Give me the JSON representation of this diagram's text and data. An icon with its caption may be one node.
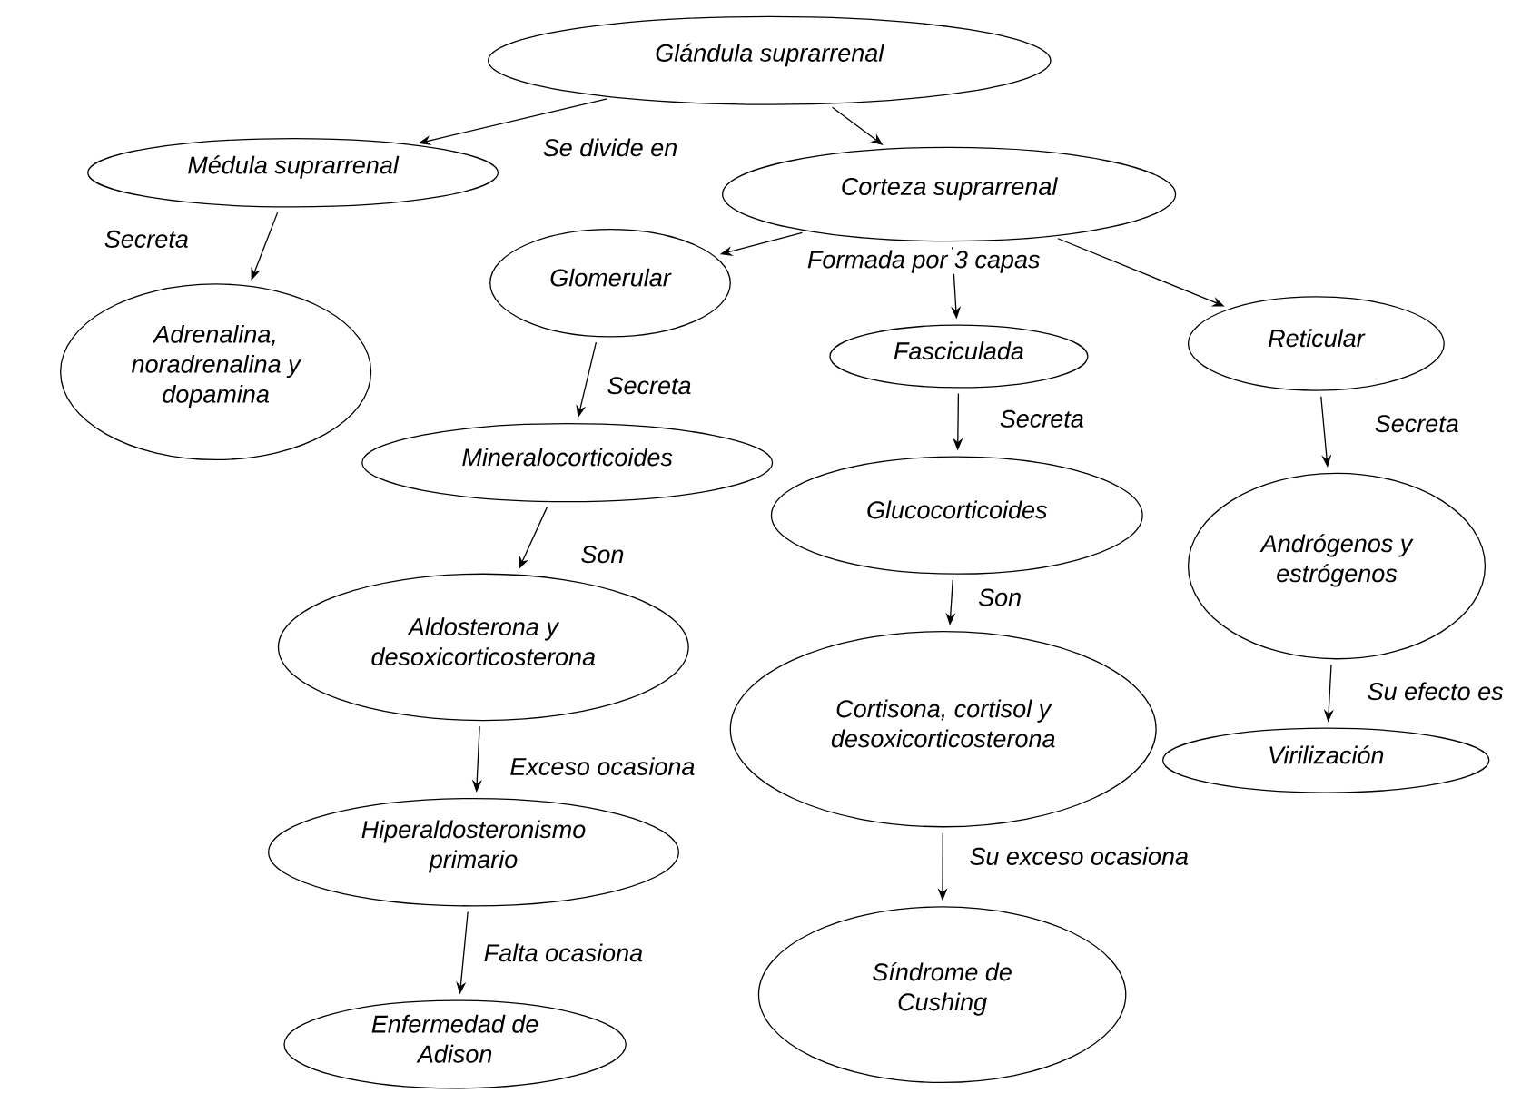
{
  "diagram": {
    "nodes": [
      {
        "text": [
          "Glándula suprarrenal"
        ]
      },
      {
        "text": [
          "Médula suprarrenal"
        ]
      },
      {
        "text": [
          "Corteza suprarrenal"
        ]
      },
      {
        "text": [
          "Adrenalina, noradrenalina y dopamina"
        ]
      },
      {
        "text": [
          "Glomerular"
        ]
      },
      {
        "text": [
          "Fasciculada"
        ]
      },
      {
        "text": [
          "Reticular"
        ]
      },
      {
        "text": [
          "Mineralocorticoides"
        ]
      },
      {
        "text": [
          "Glucocorticoides"
        ]
      },
      {
        "text": [
          "Andrógenos y estrógenos"
        ]
      },
      {
        "text": [
          "Aldosterona y desoxicorticosterona"
        ]
      },
      {
        "text": [
          "Cortisona, cortisol y desoxicorticosterona"
        ]
      },
      {
        "text": [
          "Virilización"
        ]
      },
      {
        "text": [
          "Hiperaldosteronismo primario"
        ]
      },
      {
        "text": [
          "Síndrome de Cushing"
        ]
      },
      {
        "text": [
          "Enfermedad de Adison"
        ]
      }
    ],
    "edges": [
      {
        "from": 0,
        "to": 1,
        "arrow": "to",
        "label": "Se divide en"
      },
      {
        "from": 0,
        "to": 2,
        "arrow": "to"
      },
      {
        "from": 1,
        "to": 3,
        "arrow": "to",
        "label": "Secreta"
      },
      {
        "from": 2,
        "to": 4,
        "arrow": "to"
      },
      {
        "from": 2,
        "to": 5,
        "arrow": "to",
        "label": "Formada por 3 capas"
      },
      {
        "from": 2,
        "to": 6,
        "arrow": "to"
      },
      {
        "from": 4,
        "to": 7,
        "arrow": "to",
        "label": "Secreta"
      },
      {
        "from": 5,
        "to": 8,
        "arrow": "to",
        "label": "Secreta"
      },
      {
        "from": 6,
        "to": 9,
        "arrow": "to",
        "label": "Secreta"
      },
      {
        "from": 7,
        "to": 10,
        "arrow": "to",
        "label": "Son"
      },
      {
        "from": 8,
        "to": 11,
        "arrow": "to",
        "label": "Son"
      },
      {
        "from": 9,
        "to": 12,
        "arrow": "to",
        "label": "Su efecto es"
      },
      {
        "from": 10,
        "to": 13,
        "arrow": "to",
        "label": "Exceso ocasiona"
      },
      {
        "from": 11,
        "to": 14,
        "arrow": "to",
        "label": "Su exceso ocasiona"
      },
      {
        "from": 13,
        "to": 15,
        "arrow": "to",
        "label": "Falta ocasiona"
      }
    ]
  }
}
